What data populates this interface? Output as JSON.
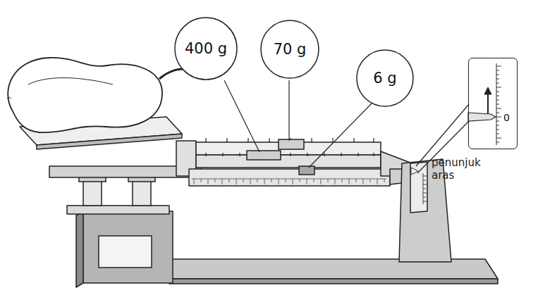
{
  "diagram": {
    "nodes": [
      {
        "text": [
          "400 g"
        ]
      },
      {
        "text": [
          "70 g"
        ]
      },
      {
        "text": [
          "6 g"
        ]
      },
      {
        "text": [
          "0"
        ]
      }
    ],
    "labels": [
      "penunjuk aras"
    ]
  }
}
